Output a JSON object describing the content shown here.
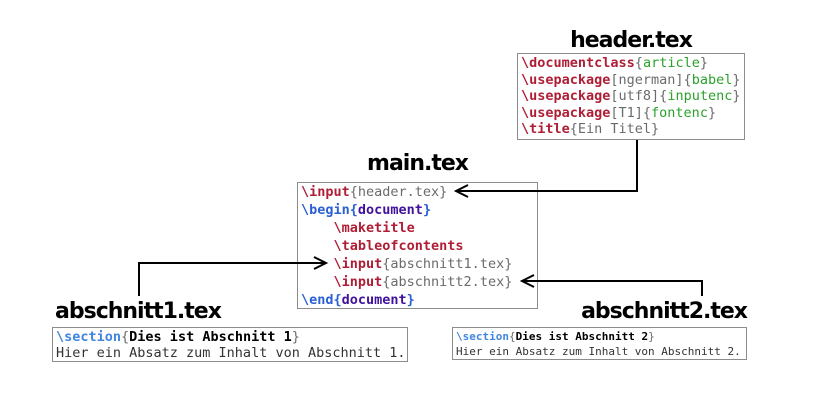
{
  "colors": {
    "command": "#b01e36",
    "keyword": "#2a5fd4",
    "environment": "#41129e",
    "section": "#3f86e0",
    "green": "#2aa22a",
    "gray": "#6b6b6b",
    "bold_black": "#000000",
    "plain": "#333333",
    "box_border": "#8c8c8c",
    "arrow": "#000000"
  },
  "files": {
    "header": {
      "title": "header.tex",
      "lines": [
        [
          {
            "t": "cmd",
            "s": "\\documentclass"
          },
          {
            "t": "gray",
            "s": "{"
          },
          {
            "t": "green",
            "s": "article"
          },
          {
            "t": "gray",
            "s": "}"
          }
        ],
        [
          {
            "t": "cmd",
            "s": "\\usepackage"
          },
          {
            "t": "gray",
            "s": "[ngerman]{"
          },
          {
            "t": "green",
            "s": "babel"
          },
          {
            "t": "gray",
            "s": "}"
          }
        ],
        [
          {
            "t": "cmd",
            "s": "\\usepackage"
          },
          {
            "t": "gray",
            "s": "[utf8]{"
          },
          {
            "t": "green",
            "s": "inputenc"
          },
          {
            "t": "gray",
            "s": "}"
          }
        ],
        [
          {
            "t": "cmd",
            "s": "\\usepackage"
          },
          {
            "t": "gray",
            "s": "[T1]{"
          },
          {
            "t": "green",
            "s": "fontenc"
          },
          {
            "t": "gray",
            "s": "}"
          }
        ],
        [
          {
            "t": "cmd",
            "s": "\\title"
          },
          {
            "t": "gray",
            "s": "{Ein Titel}"
          }
        ]
      ]
    },
    "main": {
      "title": "main.tex",
      "lines": [
        [
          {
            "t": "cmd",
            "s": "\\input"
          },
          {
            "t": "gray",
            "s": "{header.tex}"
          }
        ],
        [
          {
            "t": "kw",
            "s": "\\begin{"
          },
          {
            "t": "env",
            "s": "document"
          },
          {
            "t": "kw",
            "s": "}"
          }
        ],
        [
          {
            "t": "cmd",
            "s": "    \\maketitle"
          }
        ],
        [
          {
            "t": "cmd",
            "s": "    \\tableofcontents"
          }
        ],
        [
          {
            "t": "cmd",
            "s": "    \\input"
          },
          {
            "t": "gray",
            "s": "{abschnitt1.tex}"
          }
        ],
        [
          {
            "t": "cmd",
            "s": "    \\input"
          },
          {
            "t": "gray",
            "s": "{abschnitt2.tex}"
          }
        ],
        [
          {
            "t": "kw",
            "s": "\\end{"
          },
          {
            "t": "env",
            "s": "document"
          },
          {
            "t": "kw",
            "s": "}"
          }
        ]
      ]
    },
    "abschnitt1": {
      "title": "abschnitt1.tex",
      "lines": [
        [
          {
            "t": "sec",
            "s": "\\section"
          },
          {
            "t": "gray",
            "s": "{"
          },
          {
            "t": "bold",
            "s": "Dies ist Abschnitt 1"
          },
          {
            "t": "gray",
            "s": "}"
          }
        ],
        [
          {
            "t": "plain",
            "s": "Hier ein Absatz zum Inhalt von Abschnitt 1."
          }
        ]
      ]
    },
    "abschnitt2": {
      "title": "abschnitt2.tex",
      "lines": [
        [
          {
            "t": "sec",
            "s": "\\section"
          },
          {
            "t": "gray",
            "s": "{"
          },
          {
            "t": "bold",
            "s": "Dies ist Abschnitt 2"
          },
          {
            "t": "gray",
            "s": "}"
          }
        ],
        [
          {
            "t": "plain",
            "s": "Hier ein Absatz zum Inhalt von Abschnitt 2."
          }
        ]
      ]
    }
  },
  "connections": [
    {
      "label": "header.tex is included by \\input{header.tex} in main.tex"
    },
    {
      "label": "abschnitt1.tex is included by \\input{abschnitt1.tex} in main.tex"
    },
    {
      "label": "abschnitt2.tex is included by \\input{abschnitt2.tex} in main.tex"
    }
  ]
}
